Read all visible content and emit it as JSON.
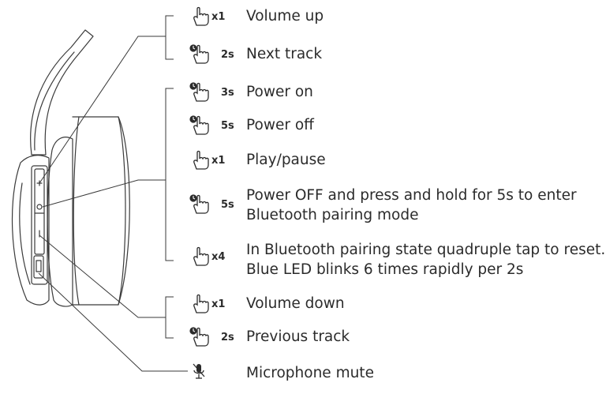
{
  "functions": [
    {
      "id": "vol-up",
      "modifier": "x1",
      "hold": false,
      "label": "Volume up"
    },
    {
      "id": "next",
      "modifier": "2s",
      "hold": true,
      "label": "Next track"
    },
    {
      "id": "pwr-on",
      "modifier": "3s",
      "hold": true,
      "label": "Power on"
    },
    {
      "id": "pwr-off",
      "modifier": "5s",
      "hold": true,
      "label": "Power off"
    },
    {
      "id": "play",
      "modifier": "x1",
      "hold": false,
      "label": "Play/pause"
    },
    {
      "id": "pair",
      "modifier": "5s",
      "hold": true,
      "label_lines": [
        "Power OFF and press and hold for 5s to enter",
        "Bluetooth pairing mode"
      ]
    },
    {
      "id": "reset",
      "modifier": "x4",
      "hold": false,
      "label_lines": [
        "In Bluetooth pairing state quadruple tap to reset.",
        "Blue LED blinks 6 times rapidly per 2s"
      ]
    },
    {
      "id": "vol-down",
      "modifier": "x1",
      "hold": false,
      "label": "Volume down"
    },
    {
      "id": "prev",
      "modifier": "2s",
      "hold": true,
      "label": "Previous track"
    },
    {
      "id": "mic",
      "modifier": "",
      "hold": false,
      "label": "Microphone mute"
    }
  ],
  "icons": {
    "press": "pointing-hand-icon",
    "hold": "clock-icon",
    "mic": "mic-off-icon"
  }
}
